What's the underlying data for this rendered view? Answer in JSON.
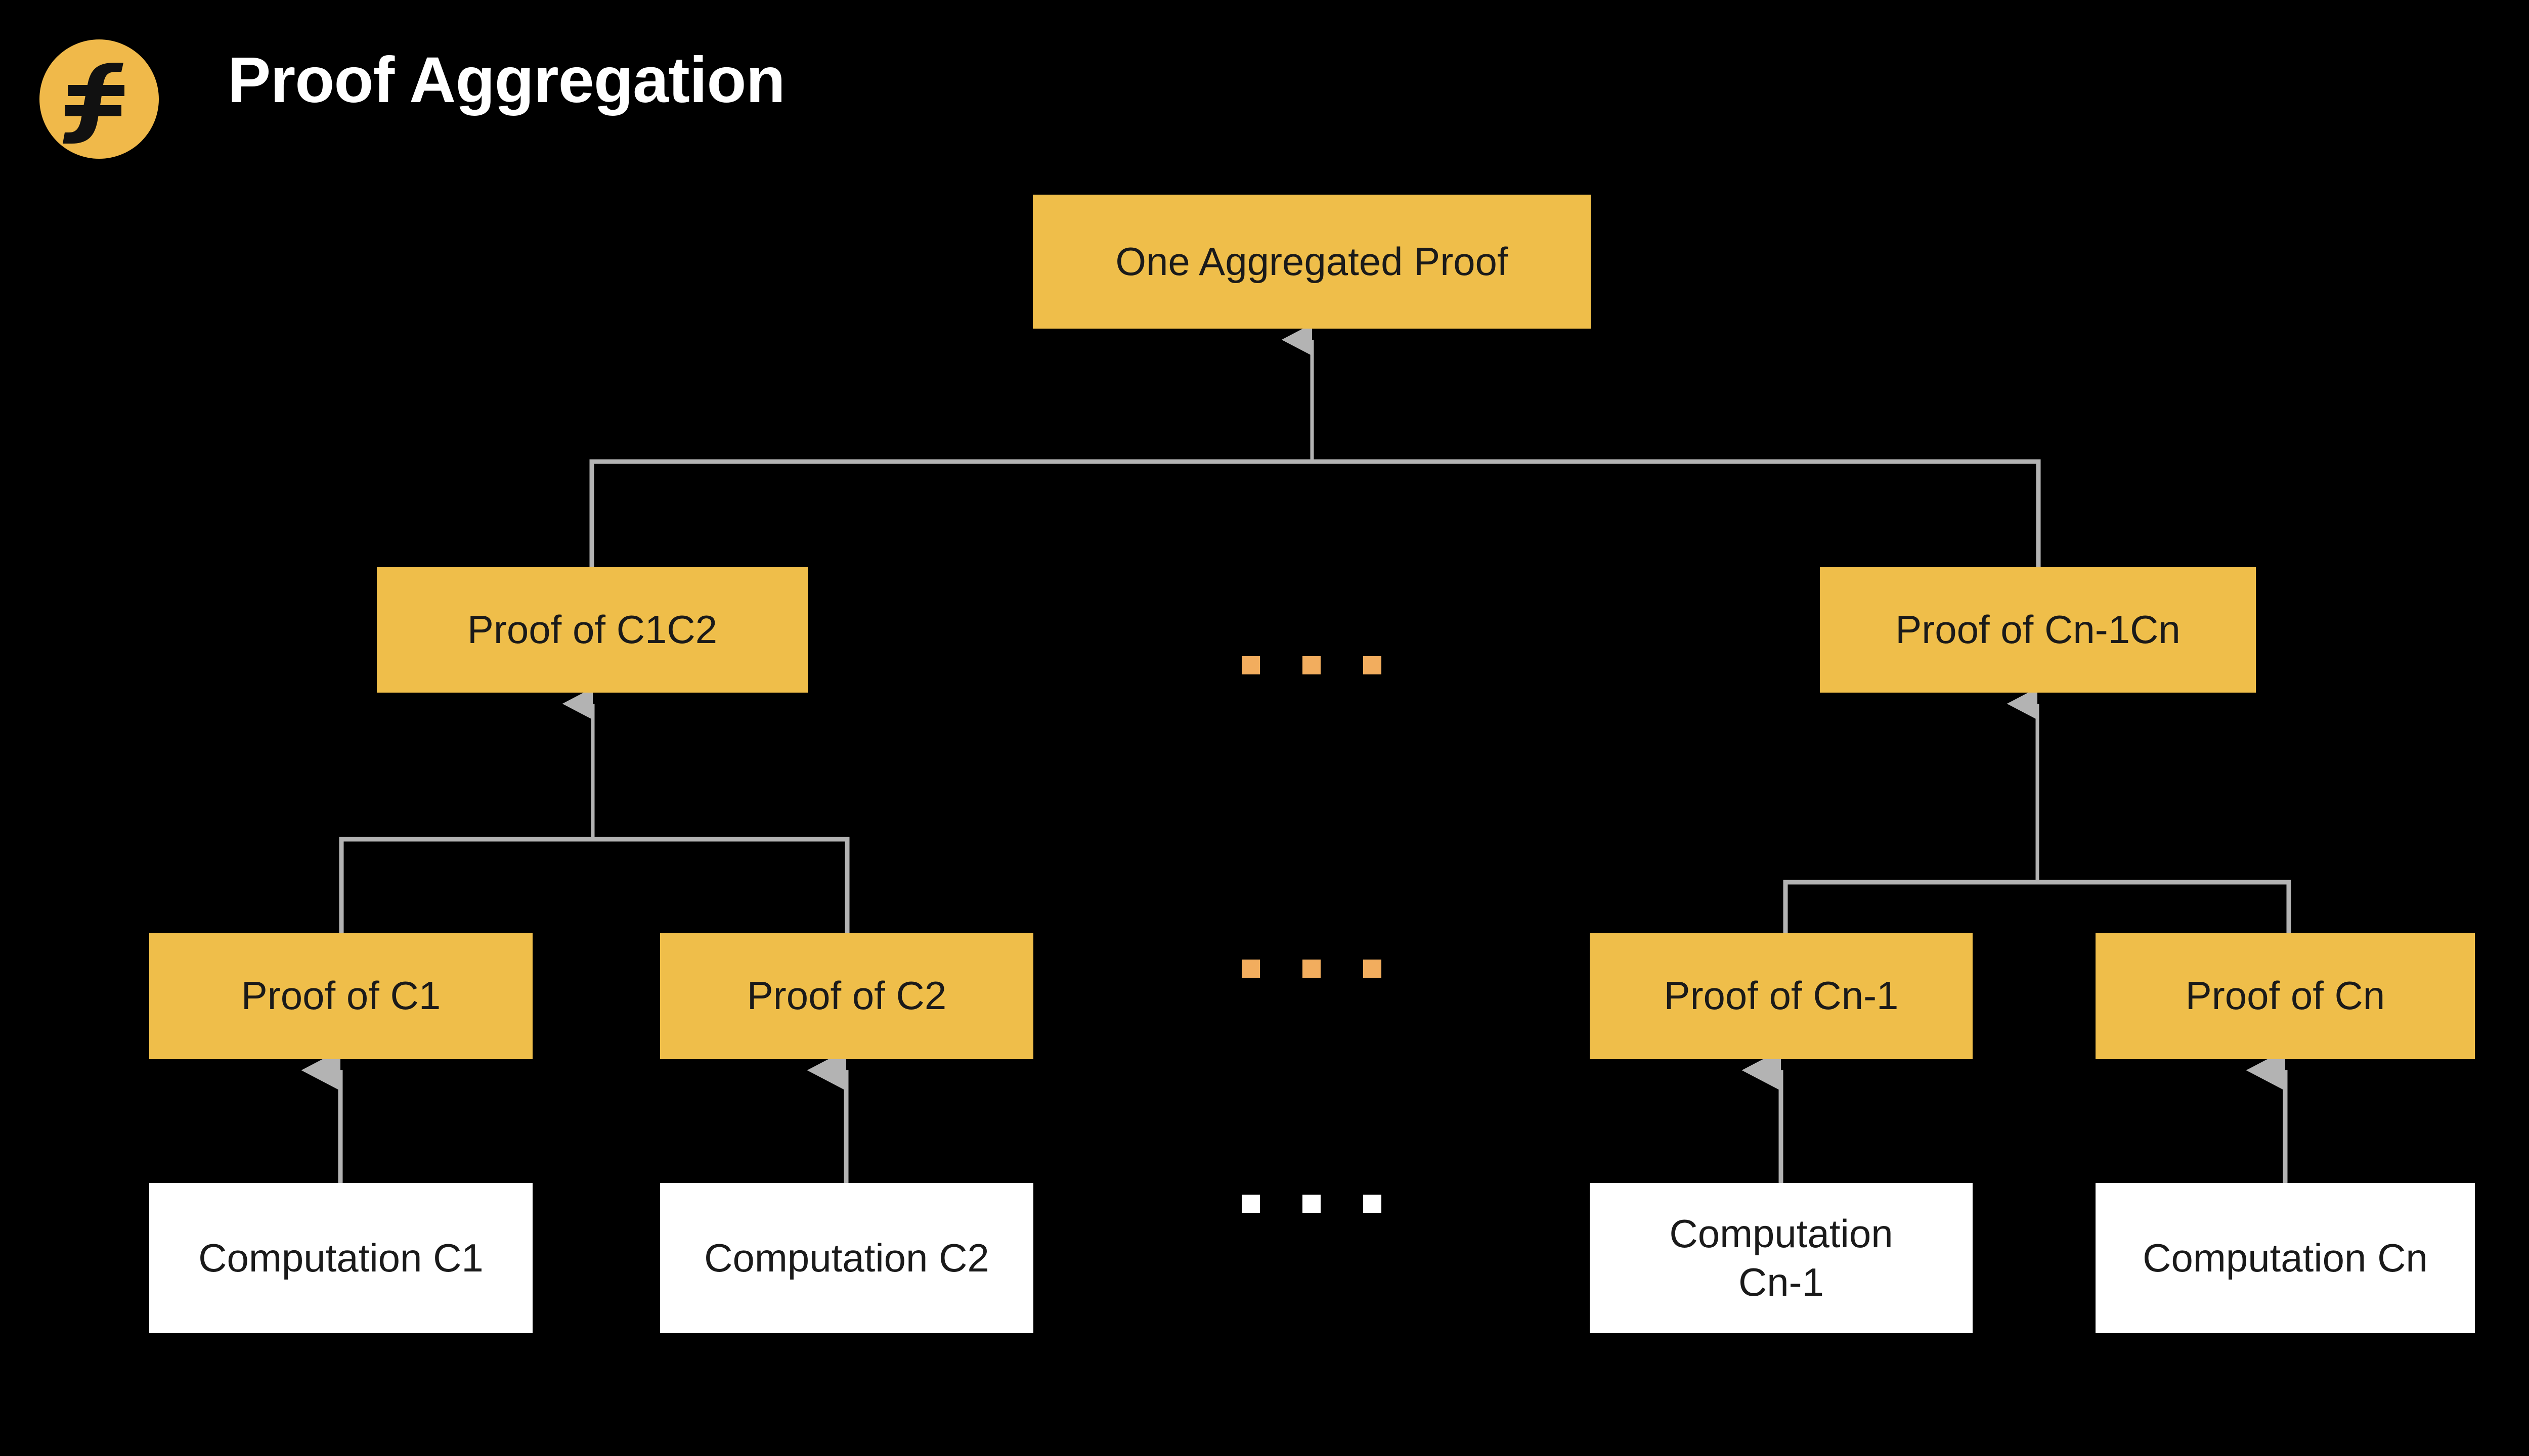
{
  "header": {
    "title": "Proof Aggregation",
    "logo_icon": "filecoin-f-logo-icon",
    "logo_color": "#F0B94A",
    "title_color": "#FFFFFF"
  },
  "theme": {
    "background": "#000000",
    "proof_box_fill": "#EFBE4A",
    "computation_box_fill": "#FFFFFF",
    "box_text_color": "#1A1A1A",
    "connector_color": "#B3B3B3",
    "ellipsis_orange": "#F2AD5E",
    "ellipsis_white": "#FFFFFF"
  },
  "diagram": {
    "type": "tree",
    "root": {
      "label": "One Aggregated Proof"
    },
    "level2": [
      {
        "label": "Proof of C1C2"
      },
      {
        "label": "Proof of Cn-1Cn"
      }
    ],
    "level3": [
      {
        "label": "Proof of C1"
      },
      {
        "label": "Proof of C2"
      },
      {
        "label": "Proof of Cn-1"
      },
      {
        "label": "Proof of Cn"
      }
    ],
    "level4": [
      {
        "label": "Computation C1"
      },
      {
        "label": "Computation C2"
      },
      {
        "label": "Computation Cn-1"
      },
      {
        "label": "Computation Cn"
      }
    ],
    "ellipses": [
      {
        "row": "level2",
        "style": "orange",
        "dots": 3
      },
      {
        "row": "level3",
        "style": "orange",
        "dots": 3
      },
      {
        "row": "level4",
        "style": "white",
        "dots": 3
      }
    ]
  }
}
